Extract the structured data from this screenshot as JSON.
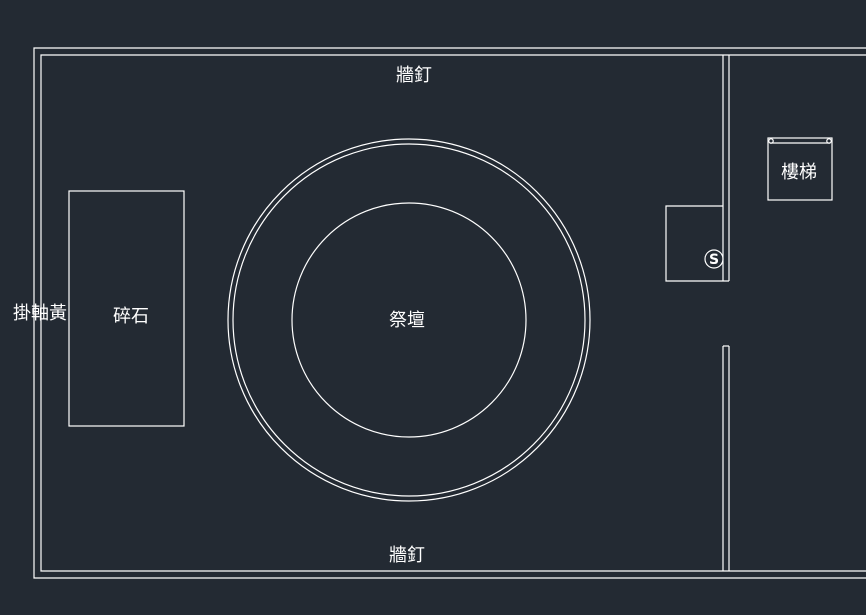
{
  "labels": {
    "wall_nail_top": "牆釘",
    "wall_nail_bottom": "牆釘",
    "altar": "祭壇",
    "gravel": "碎石",
    "hanging_scroll": "掛軸黃",
    "stairs": "樓梯",
    "s_marker": "S"
  },
  "colors": {
    "background": "#232a33",
    "line": "#ffffff"
  }
}
